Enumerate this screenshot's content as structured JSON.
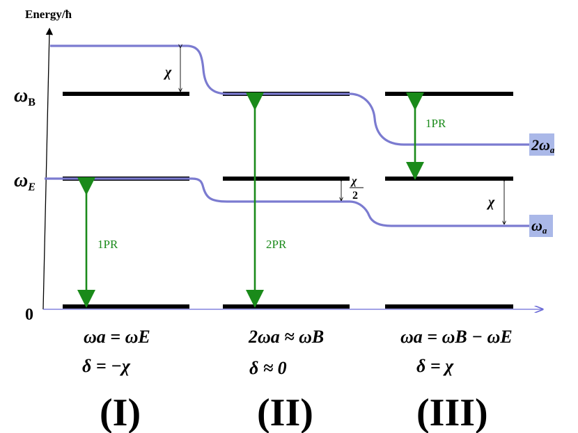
{
  "axis": {
    "y_label": "Energy/ħ",
    "ticks": {
      "omega_b": "ω",
      "omega_b_sub": "B",
      "omega_e": "ω",
      "omega_e_sub": "E",
      "zero": "0"
    }
  },
  "gaps": {
    "chi": "χ",
    "chi_half_num": "χ",
    "chi_half_den": "2"
  },
  "transitions": {
    "one_pr": "1PR",
    "two_pr": "2PR"
  },
  "freq_labels": {
    "two_omega_prefix": "2ω",
    "omega": "ω",
    "sub": "a"
  },
  "panels": [
    {
      "condition": "ωa = ωE",
      "detuning": "δ = −χ",
      "numeral": "(I)"
    },
    {
      "condition": "2ωa ≈ ωB",
      "detuning": "δ ≈ 0",
      "numeral": "(II)"
    },
    {
      "condition": "ωa = ωB − ωE",
      "detuning": "δ = χ",
      "numeral": "(III)"
    }
  ],
  "colors": {
    "dressed_curve": "#7b7bd0",
    "transition": "#1a8a1a",
    "label_box": "#aab8e8"
  }
}
